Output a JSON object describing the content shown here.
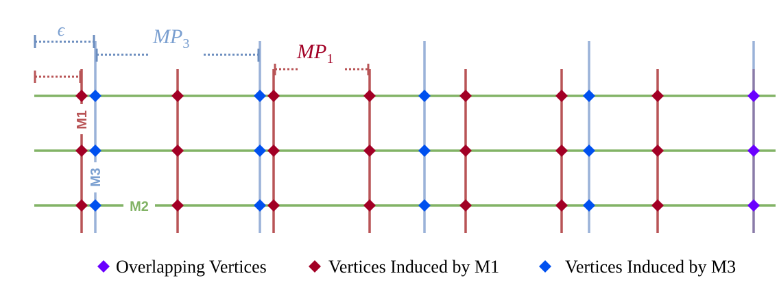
{
  "colors": {
    "m1": "#a83238",
    "m1_line": "#b85456",
    "m2": "#82b366",
    "m3": "#7a9fd0",
    "m3_dim": "#6c8ebf",
    "m1_vertex": "#a20025",
    "m3_vertex": "#0050ef",
    "overlap_vertex": "#6a00ff",
    "overlap_line": "#8a7ba8"
  },
  "labels": {
    "epsilon": "ϵ",
    "mp3_main": "MP",
    "mp3_sub": "3",
    "mp1_main": "MP",
    "mp1_sub": "1",
    "m1": "M1",
    "m2": "M2",
    "m3": "M3"
  },
  "legend": {
    "overlap": "Overlapping Vertices",
    "m1": "Vertices Induced by M1",
    "m3": "Vertices Induced by M3"
  }
}
